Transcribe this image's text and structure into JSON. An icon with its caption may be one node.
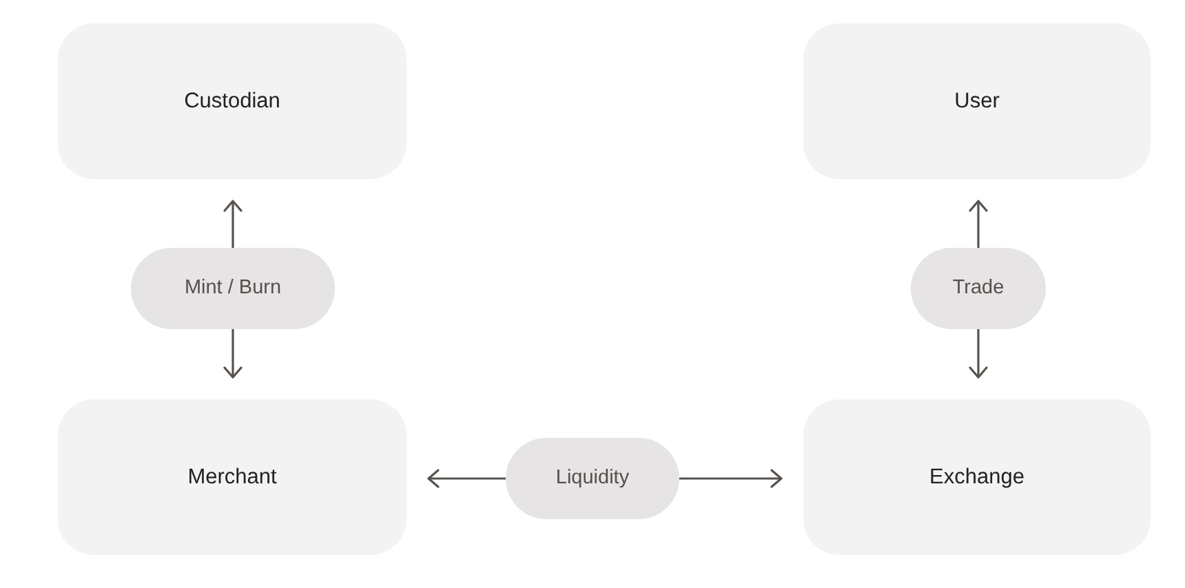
{
  "diagram": {
    "nodes": [
      {
        "text": [
          "Custodian"
        ]
      },
      {
        "text": [
          "User"
        ]
      },
      {
        "text": [
          "Mint / Burn"
        ]
      },
      {
        "text": [
          "Trade"
        ]
      },
      {
        "text": [
          "Merchant"
        ]
      },
      {
        "text": [
          "Liquidity"
        ]
      },
      {
        "text": [
          "Exchange"
        ]
      }
    ],
    "edges": [
      {
        "from": 2,
        "to": 0,
        "arrow": "to"
      },
      {
        "from": 2,
        "to": 4,
        "arrow": "to"
      },
      {
        "from": 3,
        "to": 1,
        "arrow": "to"
      },
      {
        "from": 3,
        "to": 6,
        "arrow": "to"
      },
      {
        "from": 5,
        "to": 4,
        "arrow": "to"
      },
      {
        "from": 5,
        "to": 6,
        "arrow": "to"
      }
    ]
  }
}
